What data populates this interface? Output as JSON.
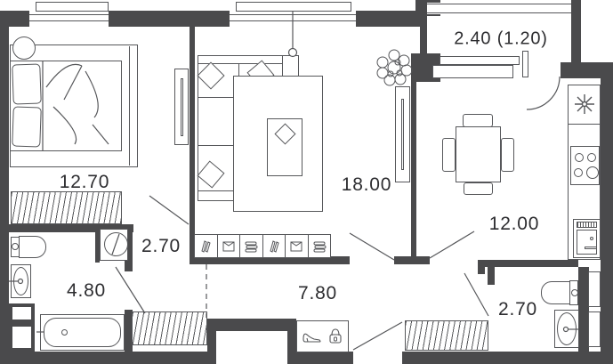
{
  "colors": {
    "wall": "#4a4a4c",
    "line": "#56575a",
    "text": "#2d2d30",
    "bg": "#ffffff"
  },
  "rooms": {
    "bedroom": {
      "area_label": "12.70"
    },
    "corridor": {
      "area_label": "2.70"
    },
    "bathroom": {
      "area_label": "4.80"
    },
    "living_room": {
      "area_label": "18.00"
    },
    "hallway": {
      "area_label": "7.80"
    },
    "kitchen": {
      "area_label": "12.00"
    },
    "wc": {
      "area_label": "2.70"
    },
    "balcony": {
      "area_label": "2.40 (1.20)"
    }
  }
}
